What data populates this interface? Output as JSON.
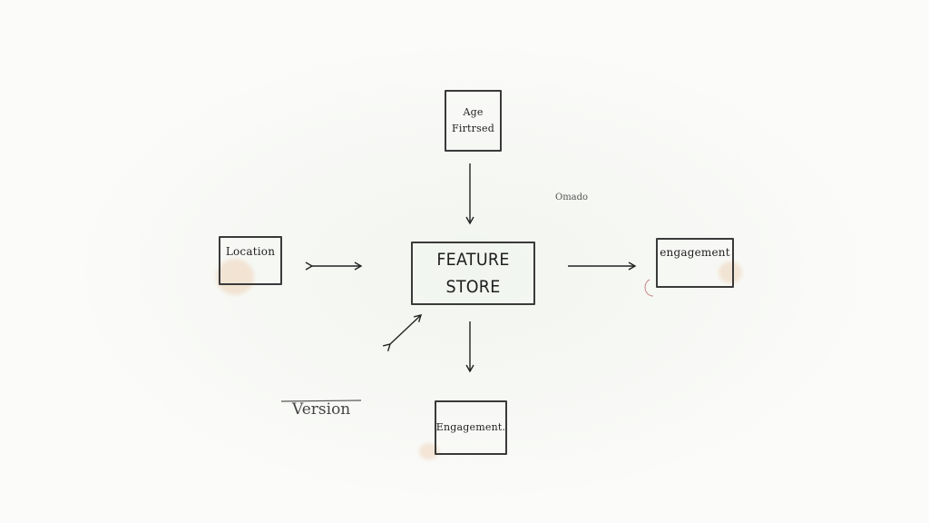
{
  "diagram": {
    "center_node": "FEATURE STORE",
    "nodes": {
      "top": "Age\nFirtrsed",
      "left": "Location",
      "right": "engagement",
      "bottom": "Engagement."
    },
    "annotations": {
      "top_right": "Omado",
      "bottom_left": "Version"
    }
  }
}
